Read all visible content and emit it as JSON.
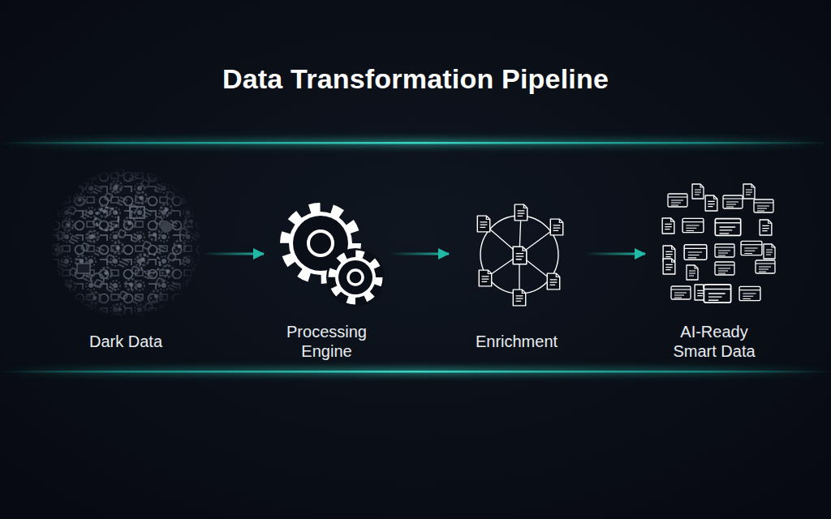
{
  "diagram": {
    "title": "Data Transformation Pipeline",
    "nodes": [
      {
        "text": [
          "Dark Data"
        ]
      },
      {
        "text": [
          "Processing Engine"
        ]
      },
      {
        "text": [
          "Enrichment"
        ]
      },
      {
        "text": [
          "AI-Ready Smart Data"
        ]
      }
    ],
    "edges": [
      {
        "from": 0,
        "to": 1,
        "arrow": "to"
      },
      {
        "from": 1,
        "to": 2,
        "arrow": "to"
      },
      {
        "from": 2,
        "to": 3,
        "arrow": "to"
      }
    ]
  }
}
